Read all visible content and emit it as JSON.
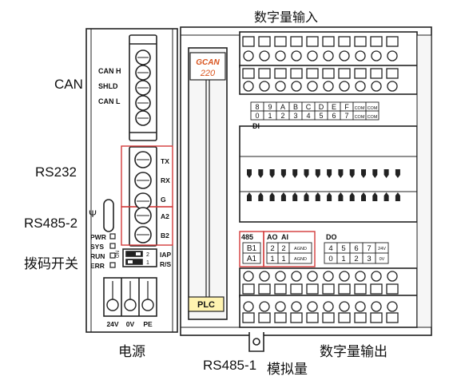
{
  "labels": {
    "digital_input": "数字量输入",
    "can": "CAN",
    "rs232": "RS232",
    "rs485_2": "RS485-2",
    "dip_switch": "拨码开关",
    "power": "电源",
    "rs485_1": "RS485-1",
    "analog": "模拟量",
    "digital_output": "数字量输出"
  },
  "can_pins": [
    "CAN H",
    "SHLD",
    "CAN L"
  ],
  "rs232_pins": [
    "TX",
    "RX",
    "G"
  ],
  "rs485_2_pins": [
    "A2",
    "B2"
  ],
  "brand": {
    "name": "GCAN",
    "model": "220",
    "accent": "#d9541e"
  },
  "leds": [
    "PWR",
    "SYS",
    "RUN",
    "ERR"
  ],
  "switch": {
    "labels": [
      "IAP",
      "R/S"
    ],
    "digits": [
      "2",
      "1"
    ],
    "on": "ON"
  },
  "power_pins": [
    "24V",
    "0V",
    "PE"
  ],
  "plc_label": "PLC",
  "di_table": {
    "row1": [
      "8",
      "9",
      "A",
      "B",
      "C",
      "D",
      "E",
      "F",
      "COM",
      "COM"
    ],
    "row2": [
      "0",
      "1",
      "2",
      "3",
      "4",
      "5",
      "6",
      "7",
      "COM",
      "COM"
    ],
    "caption": "DI"
  },
  "io_table": {
    "rs485_head": "485",
    "rs485_col": [
      "B1",
      "A1"
    ],
    "ao_head": "AO",
    "ai_head": "AI",
    "ao_col": [
      "2",
      "1"
    ],
    "ai_col": [
      "2",
      "1"
    ],
    "agnd": [
      "AGND",
      "AGND"
    ],
    "do_head": "DO",
    "do_row1": [
      "4",
      "5",
      "6",
      "7",
      "24V"
    ],
    "do_row2": [
      "0",
      "1",
      "2",
      "3",
      "0V"
    ]
  },
  "colors": {
    "highlight": "#d23a3a",
    "line": "#222222",
    "body": "#ffffff",
    "panel": "#efefef"
  }
}
